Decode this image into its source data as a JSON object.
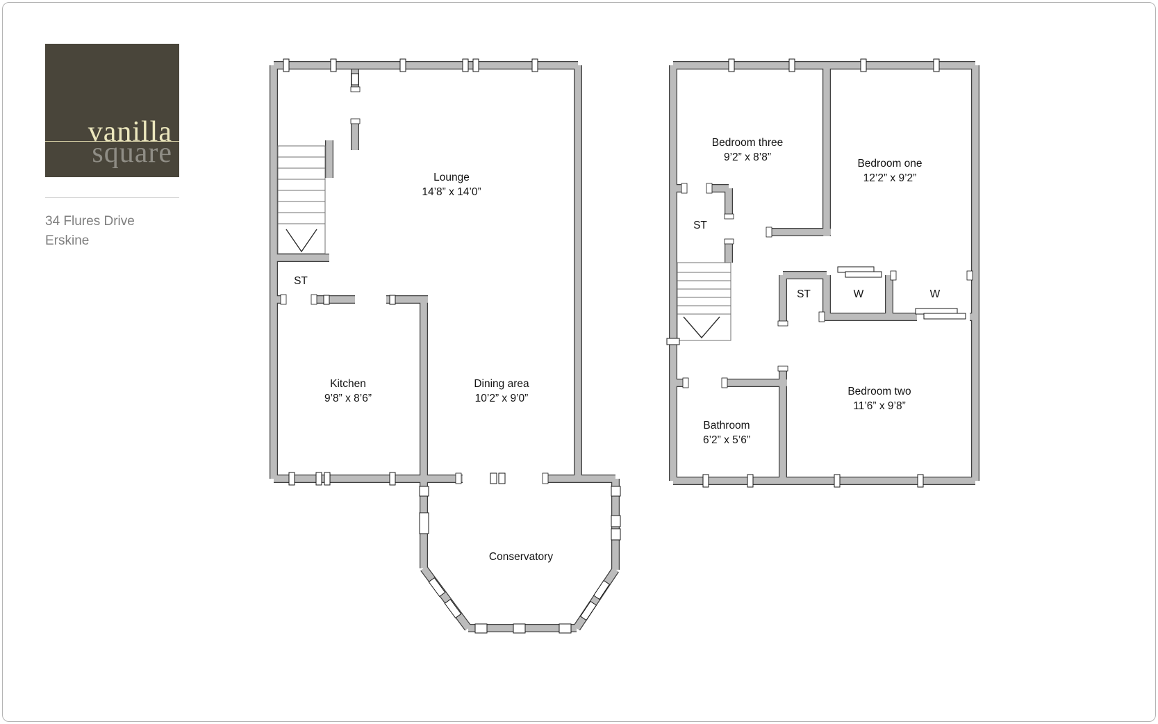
{
  "branding": {
    "logo_word_top": "vanilla",
    "logo_word_bottom": "square",
    "address_line1": "34 Flures Drive",
    "address_line2": "Erskine"
  },
  "colors": {
    "logo_background": "#49453a",
    "logo_word_top": "#ece7bd",
    "logo_word_bottom": "#8f8d85",
    "logo_rule": "#cfc9a0",
    "address_text": "#7e7e7e",
    "wall_fill": "#bcbcbc",
    "wall_edge": "#3f3f3f",
    "label_text": "#141414",
    "frame_border": "#b3b3b3"
  },
  "ground_floor": {
    "rooms": {
      "lounge": {
        "name": "Lounge",
        "dims": "14’8” x 14’0”"
      },
      "kitchen": {
        "name": "Kitchen",
        "dims": "9’8” x 8’6”"
      },
      "dining": {
        "name": "Dining area",
        "dims": "10’2” x 9’0”"
      },
      "conservatory": {
        "name": "Conservatory"
      },
      "store": {
        "name": "ST"
      }
    }
  },
  "first_floor": {
    "rooms": {
      "bedroom_one": {
        "name": "Bedroom one",
        "dims": "12’2” x 9’2”"
      },
      "bedroom_two": {
        "name": "Bedroom two",
        "dims": "11’6” x 9’8”"
      },
      "bedroom_three": {
        "name": "Bedroom three",
        "dims": "9’2” x 8’8”"
      },
      "bathroom": {
        "name": "Bathroom",
        "dims": "6’2” x 5’6”"
      },
      "store_landing": {
        "name": "ST"
      },
      "store_closet": {
        "name": "ST"
      },
      "wardrobe_left": {
        "name": "W"
      },
      "wardrobe_right": {
        "name": "W"
      }
    }
  }
}
